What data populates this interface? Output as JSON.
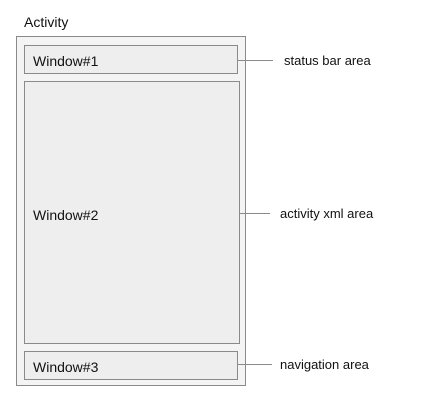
{
  "diagram": {
    "title": "Activity",
    "windows": [
      {
        "label": "Window#1",
        "annotation": "status bar area"
      },
      {
        "label": "Window#2",
        "annotation": "activity xml area"
      },
      {
        "label": "Window#3",
        "annotation": "navigation area"
      }
    ],
    "colors": {
      "border": "#8a8a8a",
      "window_fill": "#eeeeee",
      "outer_fill": "#f4f4f4",
      "text": "#111111"
    }
  }
}
